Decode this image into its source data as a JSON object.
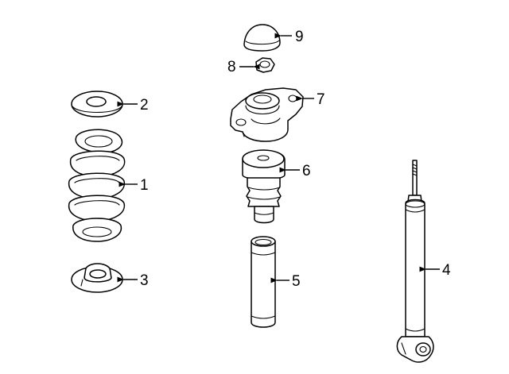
{
  "callouts": {
    "coil_spring": "1",
    "upper_spring_seat": "2",
    "lower_spring_seat": "3",
    "shock_absorber": "4",
    "dust_boot": "5",
    "bump_stop": "6",
    "upper_mount": "7",
    "nut": "8",
    "cap": "9"
  },
  "colors": {
    "line": "#000000",
    "background": "#ffffff"
  }
}
